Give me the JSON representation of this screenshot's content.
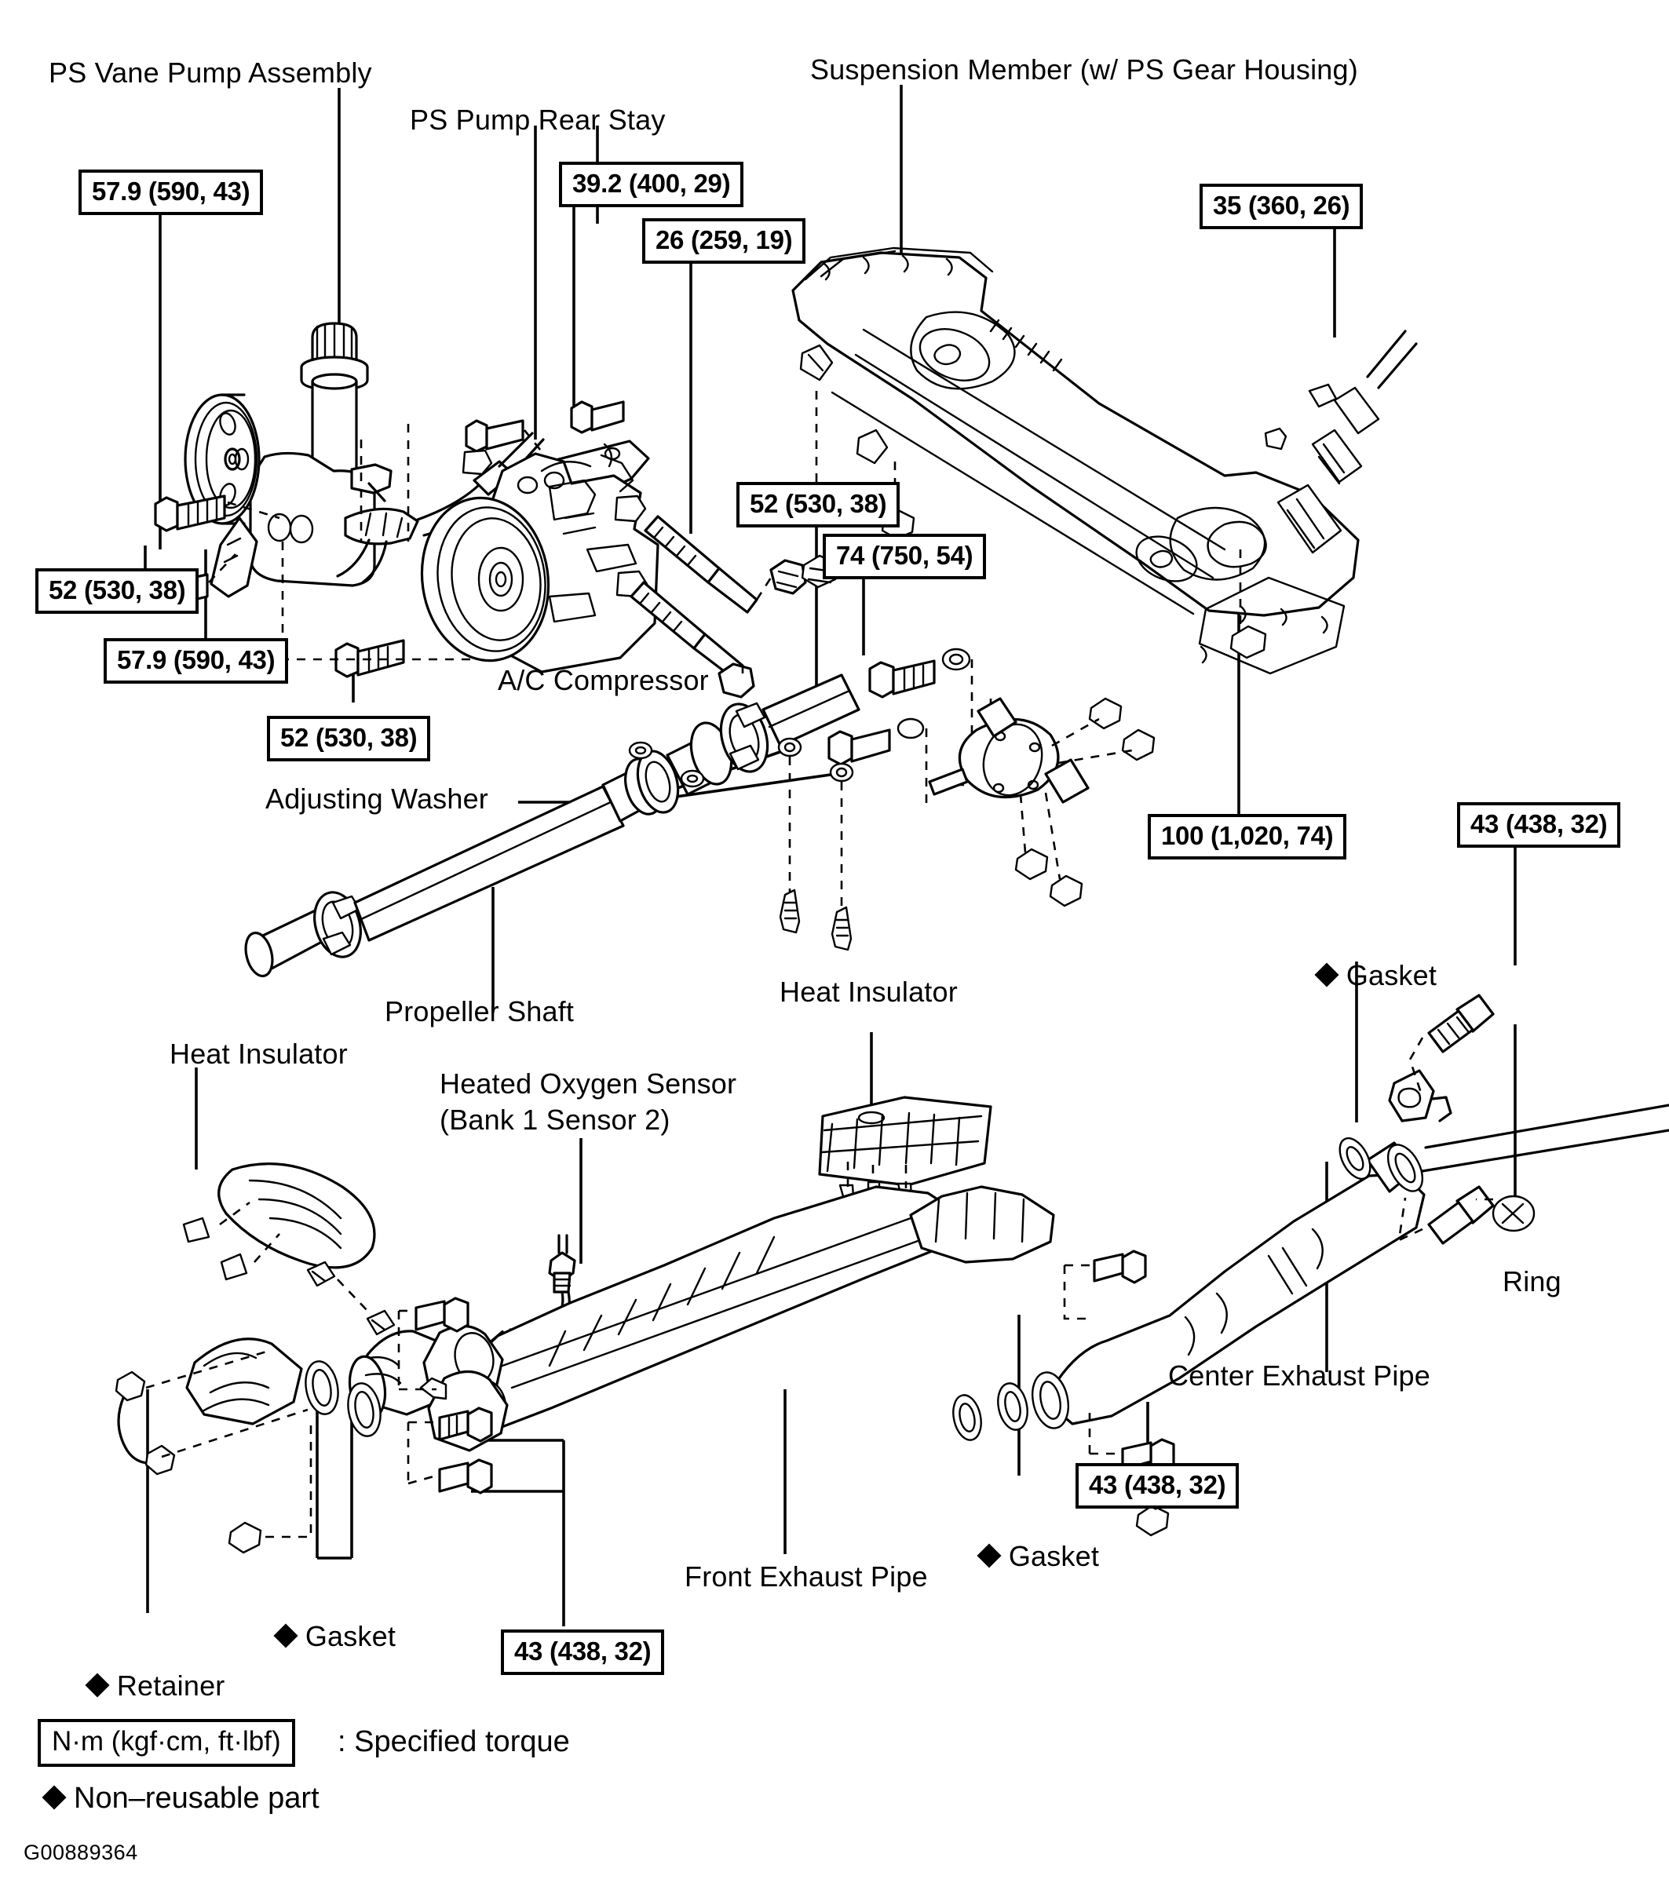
{
  "diagram": {
    "title": "PS Vane Pump / Suspension Member / Propeller Shaft / Exhaust System Exploded View",
    "figure_code": "G00889364"
  },
  "part_labels": {
    "ps_vane_pump_assembly": "PS Vane Pump Assembly",
    "ps_pump_rear_stay": "PS Pump Rear Stay",
    "suspension_member": "Suspension Member (w/ PS Gear Housing)",
    "ac_compressor": "A/C Compressor",
    "adjusting_washer": "Adjusting Washer",
    "propeller_shaft": "Propeller Shaft",
    "heat_insulator_left": "Heat Insulator",
    "heat_insulator_center": "Heat Insulator",
    "heated_oxygen_sensor_line1": "Heated Oxygen Sensor",
    "heated_oxygen_sensor_line2": "(Bank 1 Sensor 2)",
    "gasket_upper_right": "Gasket",
    "gasket_lower_right": "Gasket",
    "gasket_lower_left": "Gasket",
    "ring": "Ring",
    "center_exhaust_pipe": "Center Exhaust Pipe",
    "front_exhaust_pipe": "Front Exhaust Pipe",
    "retainer": "Retainer"
  },
  "torque_specs": [
    {
      "id": "t-ps-pump-1",
      "value": "57.9 (590, 43)"
    },
    {
      "id": "t-ps-rear-stay",
      "value": "39.2 (400, 29)"
    },
    {
      "id": "t-26",
      "value": "26 (259, 19)"
    },
    {
      "id": "t-susp-35",
      "value": "35 (360, 26)"
    },
    {
      "id": "t-52-left",
      "value": "52 (530, 38)"
    },
    {
      "id": "t-57-9-lower",
      "value": "57.9 (590, 43)"
    },
    {
      "id": "t-52-bottom-left",
      "value": "52 (530, 38)"
    },
    {
      "id": "t-52-mid",
      "value": "52 (530, 38)"
    },
    {
      "id": "t-74",
      "value": "74 (750, 54)"
    },
    {
      "id": "t-100",
      "value": "100 (1,020, 74)"
    },
    {
      "id": "t-43-right-top",
      "value": "43 (438, 32)"
    },
    {
      "id": "t-43-center",
      "value": "43 (438, 32)"
    },
    {
      "id": "t-43-bottom",
      "value": "43 (438, 32)"
    }
  ],
  "legend": {
    "torque_key_box": "N·m (kgf·cm, ft·lbf)",
    "torque_key_text": ": Specified torque",
    "non_reusable_text": "Non–reusable part",
    "figure_code": "G00889364"
  },
  "icons": {
    "diamond": "diamond-marker-icon"
  },
  "colors": {
    "ink": "#000000",
    "paper": "#ffffff"
  }
}
